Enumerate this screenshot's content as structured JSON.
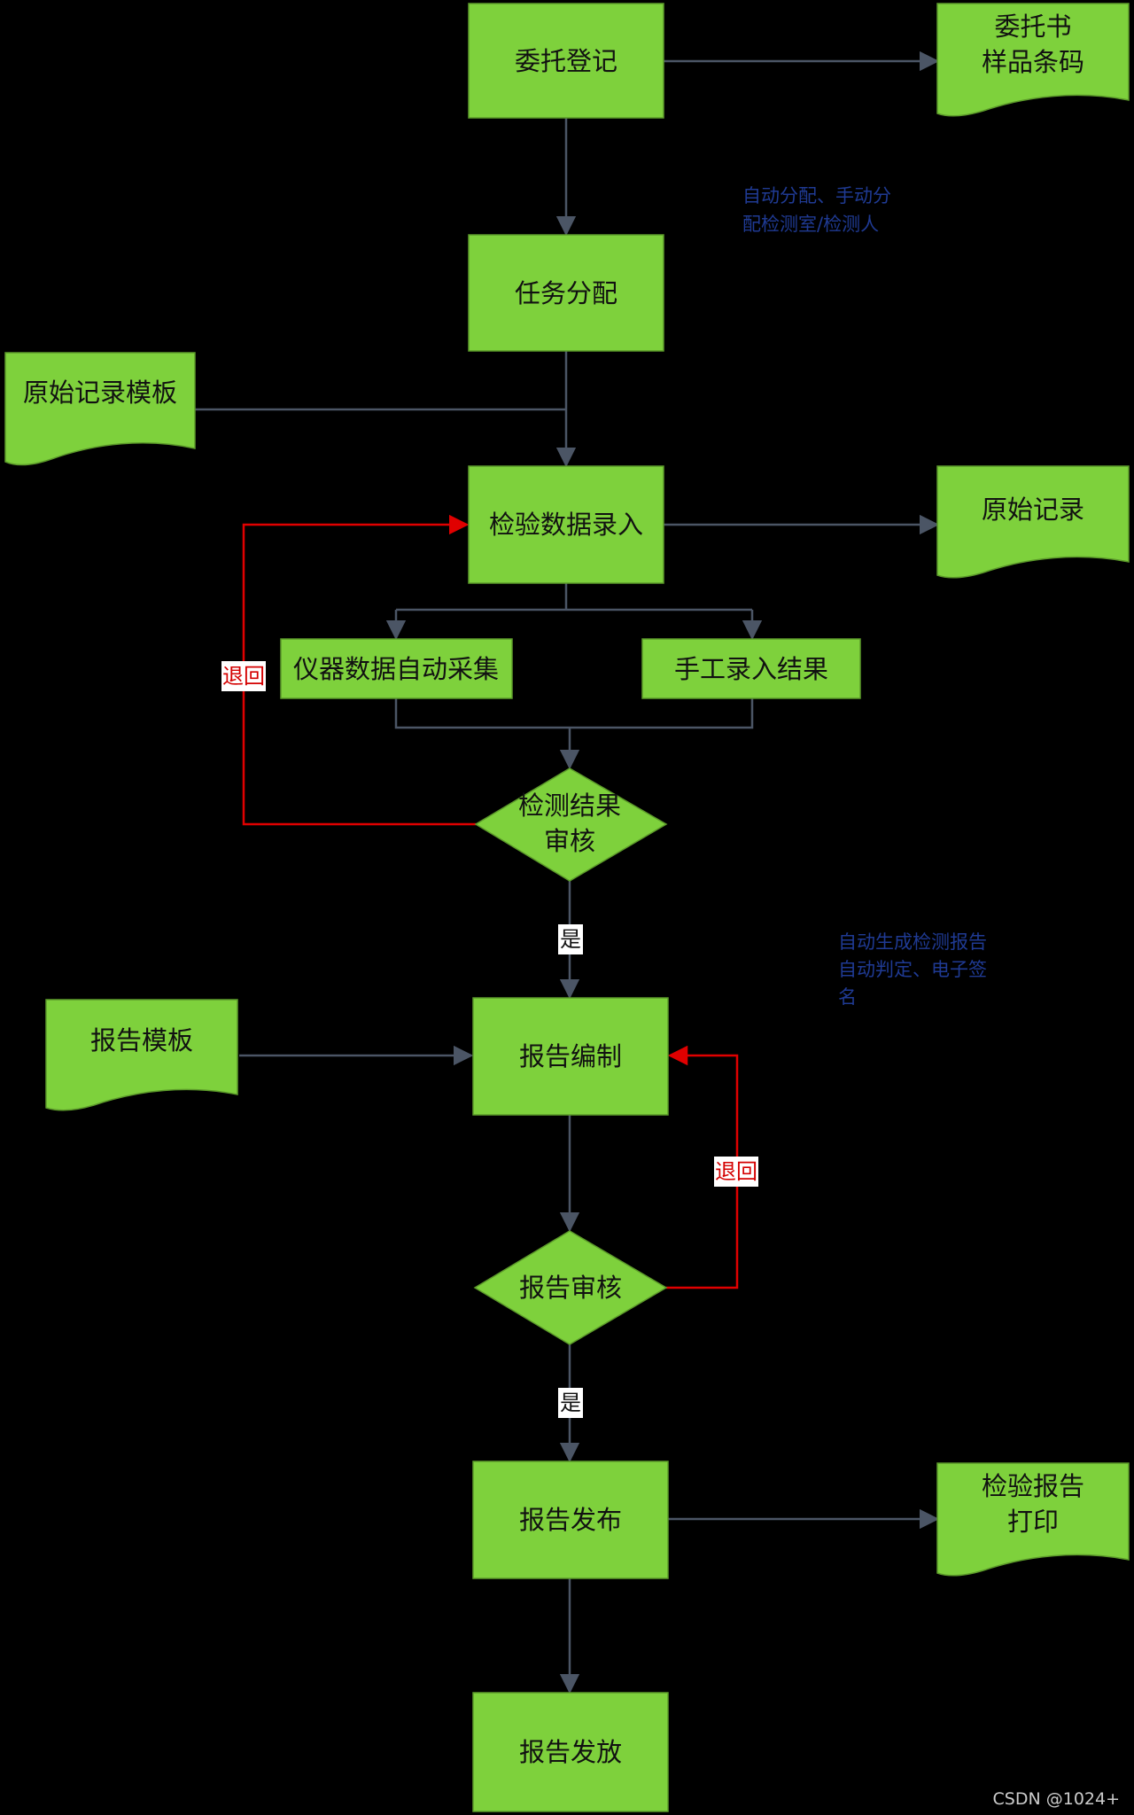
{
  "colors": {
    "background": "#000000",
    "node_fill": "#7ed13c",
    "node_stroke": "#5c9a2a",
    "connector": "#4b5565",
    "return_line": "#e00000",
    "note_text": "#1f3a93",
    "label_text_return": "#d40000",
    "label_text_yes": "#111111",
    "watermark": "#cccccc"
  },
  "nodes": {
    "register": {
      "label": "委托登记"
    },
    "assign": {
      "label": "任务分配"
    },
    "entry": {
      "label": "检验数据录入"
    },
    "auto_collect": {
      "label": "仪器数据自动采集"
    },
    "manual_entry": {
      "label": "手工录入结果"
    },
    "result_review": {
      "line1": "检测结果",
      "line2": "审核"
    },
    "compile": {
      "label": "报告编制"
    },
    "report_review": {
      "label": "报告审核"
    },
    "publish": {
      "label": "报告发布"
    },
    "distribute": {
      "label": "报告发放"
    }
  },
  "documents": {
    "commission": {
      "line1": "委托书",
      "line2": "样品条码"
    },
    "record_template": {
      "label": "原始记录模板"
    },
    "raw_record": {
      "label": "原始记录"
    },
    "report_template": {
      "label": "报告模板"
    },
    "report_print": {
      "line1": "检验报告",
      "line2": "打印"
    }
  },
  "labels": {
    "return_1": "退回",
    "return_2": "退回",
    "yes_1": "是",
    "yes_2": "是"
  },
  "notes": {
    "assign_note_line1": "自动分配、手动分",
    "assign_note_line2": "配检测室/检测人",
    "report_note_line1": "自动生成检测报告",
    "report_note_line2": "自动判定、电子签",
    "report_note_line3": "名"
  },
  "watermark": "CSDN @1024+"
}
